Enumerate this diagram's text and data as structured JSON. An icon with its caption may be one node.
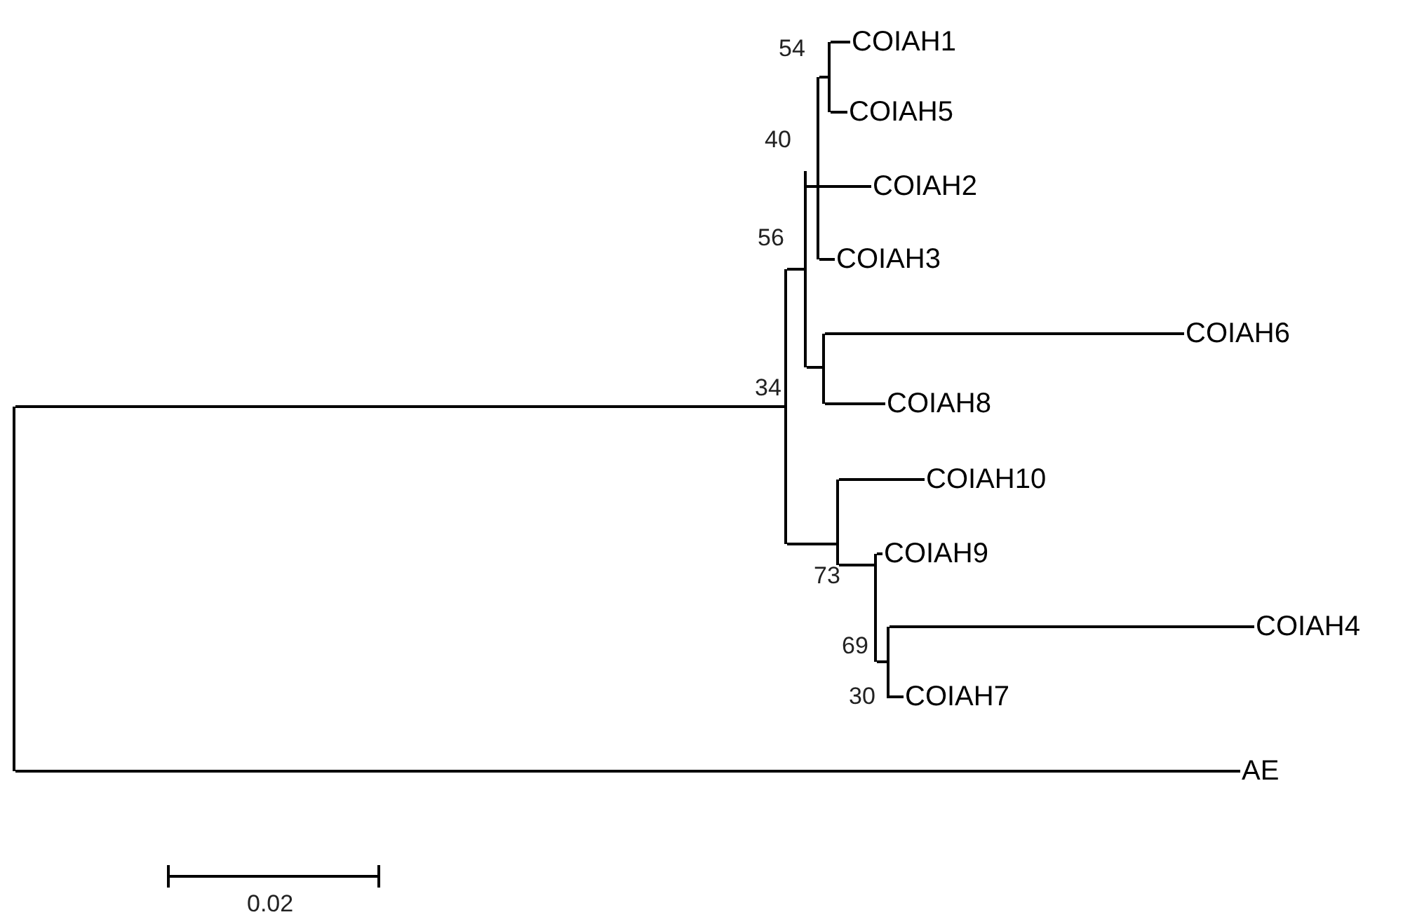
{
  "diagram": {
    "nodes": [
      {
        "text": [],
        "shape": "bar"
      },
      {
        "text": [],
        "shape": "bar",
        "beside": [
          "34"
        ]
      },
      {
        "text": [],
        "shape": "bar",
        "beside": [
          "56"
        ]
      },
      {
        "text": [],
        "shape": "bar",
        "beside": [
          "40"
        ]
      },
      {
        "text": [],
        "shape": "bar",
        "beside": [
          "54"
        ]
      },
      {
        "text": [
          "COIAH1"
        ]
      },
      {
        "text": [
          "COIAH5"
        ]
      },
      {
        "text": [
          "COIAH2"
        ]
      },
      {
        "text": [
          "COIAH3"
        ]
      },
      {
        "text": [],
        "shape": "bar"
      },
      {
        "text": [
          "COIAH6"
        ]
      },
      {
        "text": [
          "COIAH8"
        ]
      },
      {
        "text": [],
        "shape": "bar",
        "beside": [
          "73"
        ]
      },
      {
        "text": [
          "COIAH10"
        ]
      },
      {
        "text": [],
        "shape": "bar",
        "beside": [
          "69"
        ]
      },
      {
        "text": [
          "COIAH9"
        ]
      },
      {
        "text": [],
        "shape": "bar",
        "beside": [
          "30"
        ]
      },
      {
        "text": [
          "COIAH4"
        ]
      },
      {
        "text": [
          "COIAH7"
        ]
      },
      {
        "text": [
          "AE"
        ]
      }
    ],
    "edges": [
      {
        "from": 0,
        "to": 1,
        "arrow": "none"
      },
      {
        "from": 1,
        "to": 2,
        "arrow": "none"
      },
      {
        "from": 2,
        "to": 3,
        "arrow": "none"
      },
      {
        "from": 3,
        "to": 4,
        "arrow": "none"
      },
      {
        "from": 4,
        "to": 5,
        "arrow": "none"
      },
      {
        "from": 4,
        "to": 6,
        "arrow": "none"
      },
      {
        "from": 3,
        "to": 7,
        "arrow": "none"
      },
      {
        "from": 3,
        "to": 8,
        "arrow": "none"
      },
      {
        "from": 2,
        "to": 9,
        "arrow": "none"
      },
      {
        "from": 9,
        "to": 10,
        "arrow": "none"
      },
      {
        "from": 9,
        "to": 11,
        "arrow": "none"
      },
      {
        "from": 1,
        "to": 12,
        "arrow": "none"
      },
      {
        "from": 12,
        "to": 13,
        "arrow": "none"
      },
      {
        "from": 12,
        "to": 14,
        "arrow": "none"
      },
      {
        "from": 14,
        "to": 15,
        "arrow": "none"
      },
      {
        "from": 14,
        "to": 16,
        "arrow": "none"
      },
      {
        "from": 16,
        "to": 17,
        "arrow": "none"
      },
      {
        "from": 16,
        "to": 18,
        "arrow": "none"
      },
      {
        "from": 0,
        "to": 19,
        "arrow": "none"
      }
    ],
    "labels": [
      "0.02"
    ]
  }
}
